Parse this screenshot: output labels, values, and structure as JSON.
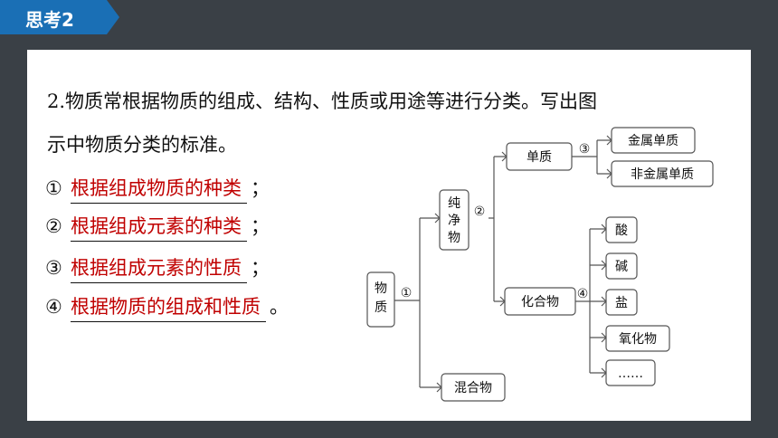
{
  "header": {
    "title": "思考2"
  },
  "question": {
    "line1": "2.物质常根据物质的组成、结构、性质或用途等进行分类。写出图",
    "line2": "示中物质分类的标准。"
  },
  "answers": [
    {
      "num": "①",
      "text": "根据组成物质的种类",
      "punct": "；"
    },
    {
      "num": "②",
      "text": "根据组成元素的种类",
      "punct": "；"
    },
    {
      "num": "③",
      "text": "根据组成元素的性质",
      "punct": "；"
    },
    {
      "num": "④",
      "text": "根据物质的组成和性质",
      "punct": "。"
    }
  ],
  "diagram": {
    "root": "物质",
    "pure": "纯净物",
    "mixture": "混合物",
    "element": "单质",
    "compound": "化合物",
    "metal": "金属单质",
    "nonmetal": "非金属单质",
    "acid": "酸",
    "base": "碱",
    "salt": "盐",
    "oxide": "氧化物",
    "etc": "……",
    "m1": "①",
    "m2": "②",
    "m3": "③",
    "m4": "④"
  },
  "colors": {
    "tag": "#1a6fb5",
    "answer": "#c00000",
    "background": "#3a4046"
  }
}
